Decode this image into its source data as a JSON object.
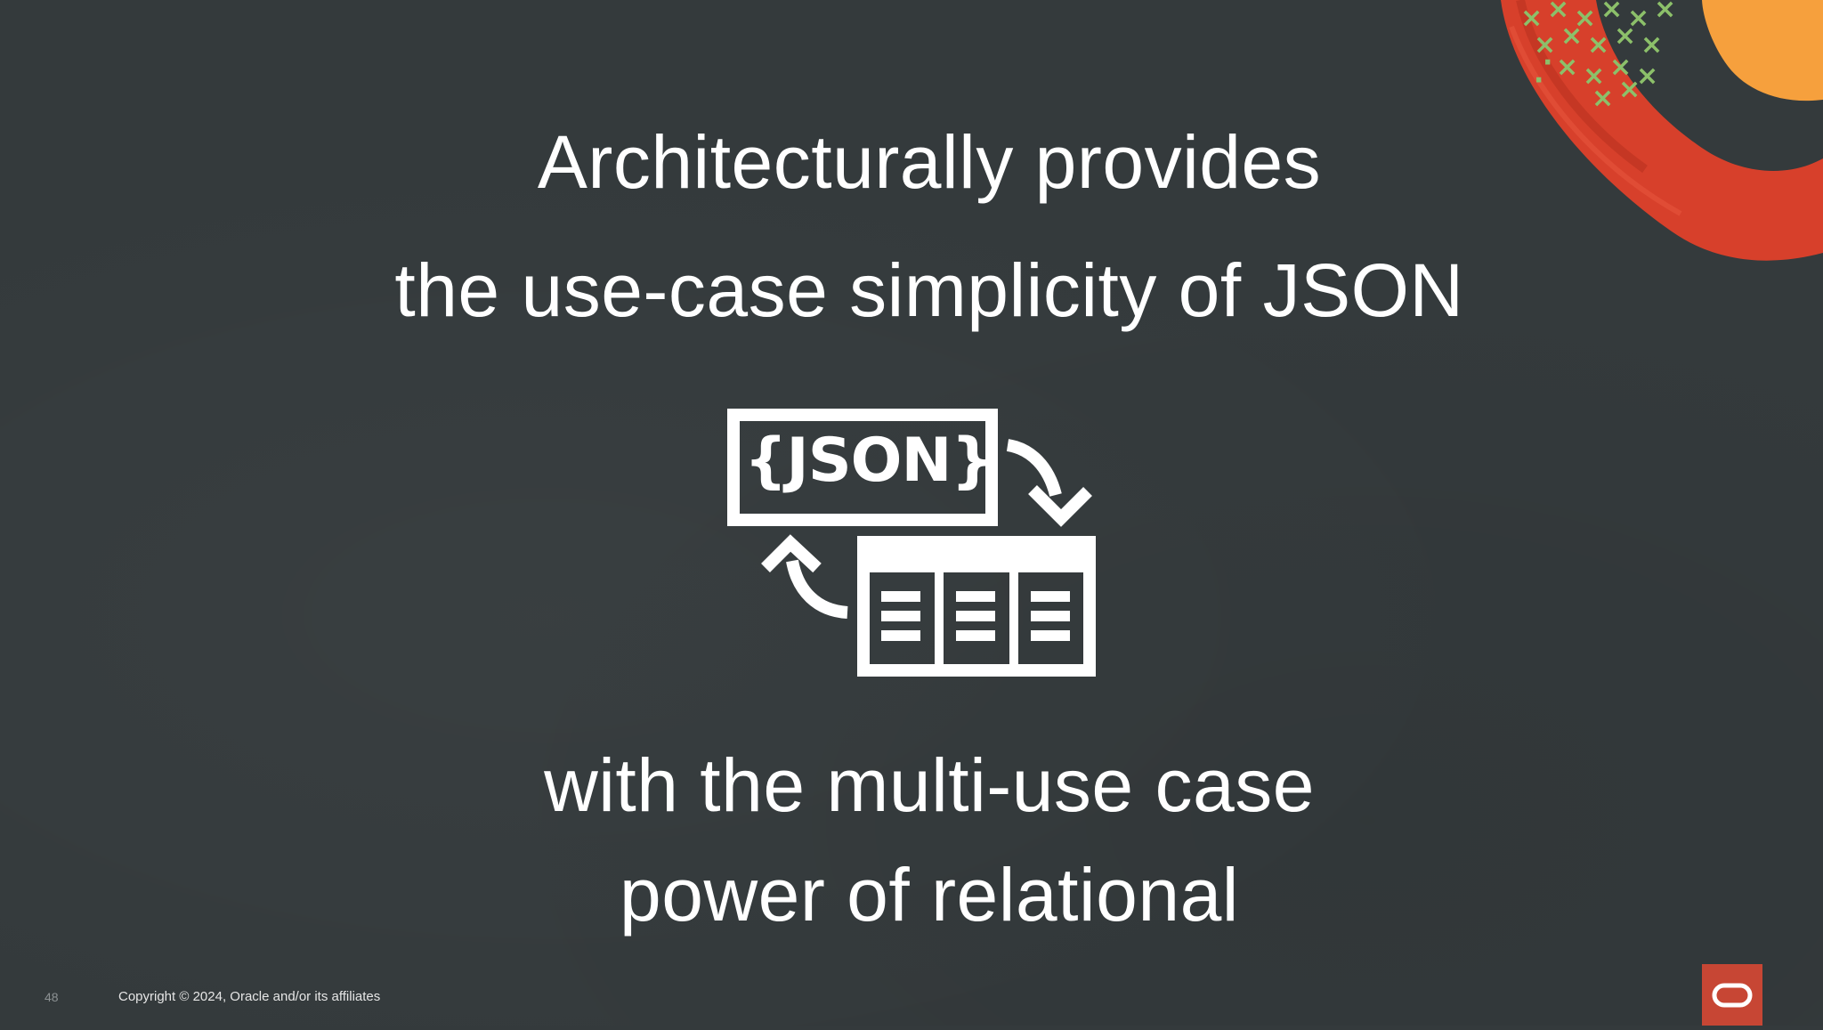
{
  "slide": {
    "title_line_1": "Architecturally provides",
    "title_line_2": "the use-case simplicity of JSON",
    "title_line_3": "with the multi-use case",
    "title_line_4": "power of relational",
    "icon_label": "{JSON}",
    "icon_names": [
      "json-document-icon",
      "arrow-curved-down-icon",
      "arrow-curved-up-icon",
      "relational-table-icon"
    ]
  },
  "footer": {
    "page_number": "48",
    "copyright": "Copyright © 2024, Oracle and/or its affiliates"
  },
  "colors": {
    "background": "#343a3c",
    "text": "#ffffff",
    "accent_red": "#d7402b",
    "accent_orange": "#f6a03d",
    "accent_green": "#8cc06a",
    "oracle_red": "#c74634"
  }
}
